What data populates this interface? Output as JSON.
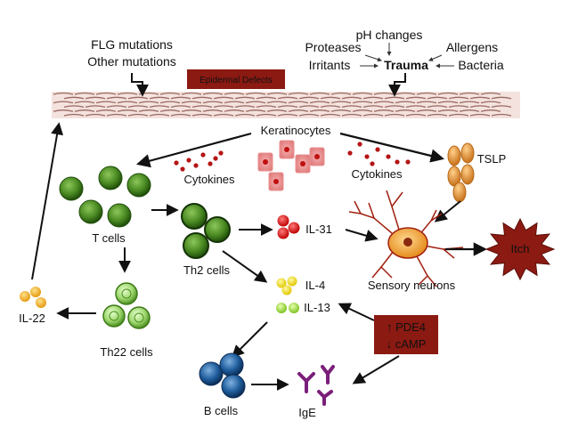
{
  "mutations": {
    "line1": "FLG mutations",
    "line2": "Other mutations"
  },
  "defect_box": "Epidermal Defects",
  "triggers": {
    "proteases": "Proteases",
    "ph": "pH changes",
    "allergens": "Allergens",
    "irritants": "Irritants",
    "trauma": "Trauma",
    "bacteria": "Bacteria"
  },
  "keratinocytes": "Keratinocytes",
  "cytokines_left": "Cytokines",
  "cytokines_right": "Cytokines",
  "tslp": "TSLP",
  "t_cells": "T cells",
  "th2_cells": "Th2 cells",
  "th22_cells": "Th22 cells",
  "il31": "IL-31",
  "il22": "IL-22",
  "il4": "IL-4",
  "il13": "IL-13",
  "sensory_neurons": "Sensory neurons",
  "itch": "Itch",
  "pde4_box": {
    "line1": "↑ PDE4",
    "line2": "↓ cAMP"
  },
  "b_cells": "B cells",
  "ige": "IgE",
  "colors": {
    "defect_box": "#8b1a12",
    "trauma": "#e02020",
    "t_cell": "#4a8a22",
    "th22_cell": "#9fd870",
    "b_cell": "#1f5d9c",
    "il31": "#e01515",
    "il4": "#f2e010",
    "il13": "#9fdf3a",
    "il22": "#f5b820",
    "tslp": "#e8962a",
    "neuron": "#f0a030",
    "ige": "#7a1f7a"
  }
}
